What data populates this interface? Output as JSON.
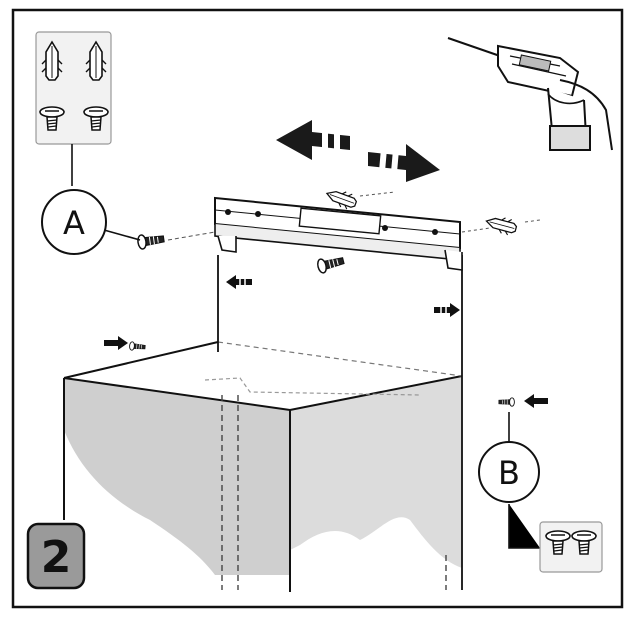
{
  "step": {
    "number": "2"
  },
  "callouts": {
    "a": {
      "letter": "A",
      "parts": [
        "wall-anchor-icon",
        "wall-anchor-icon",
        "screw-icon",
        "screw-icon"
      ]
    },
    "b": {
      "letter": "B",
      "parts": [
        "screw-icon",
        "screw-icon"
      ]
    }
  },
  "tools": [
    "drill-icon"
  ],
  "indicators": [
    "slide-left-right-arrows",
    "push-arrow-left",
    "push-arrow-right",
    "push-arrow-in"
  ],
  "colors": {
    "line": "#111111",
    "shading": "#cfcfcf",
    "panel": "#f2f2f2",
    "step_badge": "#9a9a9a"
  }
}
